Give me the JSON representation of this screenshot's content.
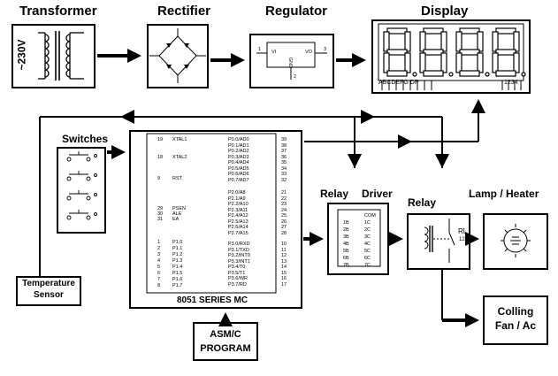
{
  "titles": {
    "transformer": "Transformer",
    "rectifier": "Rectifier",
    "regulator": "Regulator",
    "display": "Display",
    "switches": "Switches",
    "relay_driver": "Relay",
    "driver": "Driver",
    "relay": "Relay",
    "lamp": "Lamp / Heater",
    "fan_line1": "Colling",
    "fan_line2": "Fan / Ac",
    "mc": "8051 SERIES MC",
    "program_line1": "ASM/C",
    "program_line2": "PROGRAM",
    "sensor_line1": "Temperature",
    "sensor_line2": "Sensor"
  },
  "transformer": {
    "voltage": "~230V"
  },
  "regulator": {
    "vi": "VI",
    "vo": "VO",
    "gnd": "GND",
    "pin1": "1",
    "pin2": "2",
    "pin3": "3"
  },
  "display": {
    "segments": "ABCDEFG DP",
    "digits": "1234"
  },
  "mc": {
    "left_pins": [
      {
        "num": "19",
        "name": "XTAL1"
      },
      {
        "num": "18",
        "name": "XTAL2"
      },
      {
        "num": "9",
        "name": "RST"
      },
      {
        "num": "29",
        "name": "PSEN"
      },
      {
        "num": "30",
        "name": "ALE"
      },
      {
        "num": "31",
        "name": "EA"
      },
      {
        "num": "1",
        "name": "P1.0"
      },
      {
        "num": "2",
        "name": "P1.1"
      },
      {
        "num": "3",
        "name": "P1.2"
      },
      {
        "num": "4",
        "name": "P1.3"
      },
      {
        "num": "5",
        "name": "P1.4"
      },
      {
        "num": "6",
        "name": "P1.5"
      },
      {
        "num": "7",
        "name": "P1.6"
      },
      {
        "num": "8",
        "name": "P1.7"
      }
    ],
    "right_pins": [
      {
        "num": "39",
        "name": "P0.0/AD0"
      },
      {
        "num": "38",
        "name": "P0.1/AD1"
      },
      {
        "num": "37",
        "name": "P0.2/AD2"
      },
      {
        "num": "36",
        "name": "P0.3/AD3"
      },
      {
        "num": "35",
        "name": "P0.4/AD4"
      },
      {
        "num": "34",
        "name": "P0.5/AD5"
      },
      {
        "num": "33",
        "name": "P0.6/AD6"
      },
      {
        "num": "32",
        "name": "P0.7/AD7"
      },
      {
        "num": "21",
        "name": "P2.0/A8"
      },
      {
        "num": "22",
        "name": "P2.1/A9"
      },
      {
        "num": "23",
        "name": "P2.2/A10"
      },
      {
        "num": "24",
        "name": "P2.3/A11"
      },
      {
        "num": "25",
        "name": "P2.4/A12"
      },
      {
        "num": "26",
        "name": "P2.5/A13"
      },
      {
        "num": "27",
        "name": "P2.6/A14"
      },
      {
        "num": "28",
        "name": "P2.7/A15"
      },
      {
        "num": "10",
        "name": "P3.0/RXD"
      },
      {
        "num": "11",
        "name": "P3.1/TXD"
      },
      {
        "num": "12",
        "name": "P3.2/INT0"
      },
      {
        "num": "13",
        "name": "P3.3/INT1"
      },
      {
        "num": "14",
        "name": "P3.4/T0"
      },
      {
        "num": "15",
        "name": "P3.5/T1"
      },
      {
        "num": "16",
        "name": "P3.6/WR"
      },
      {
        "num": "17",
        "name": "P3.7/RD"
      }
    ]
  },
  "driver": {
    "left": [
      "1B",
      "2B",
      "3B",
      "4B",
      "5B",
      "6B",
      "7B"
    ],
    "right": [
      "COM",
      "1C",
      "2C",
      "3C",
      "4C",
      "5C",
      "6C",
      "7C"
    ]
  },
  "relay": {
    "name": "RL",
    "voltage": "12V"
  }
}
